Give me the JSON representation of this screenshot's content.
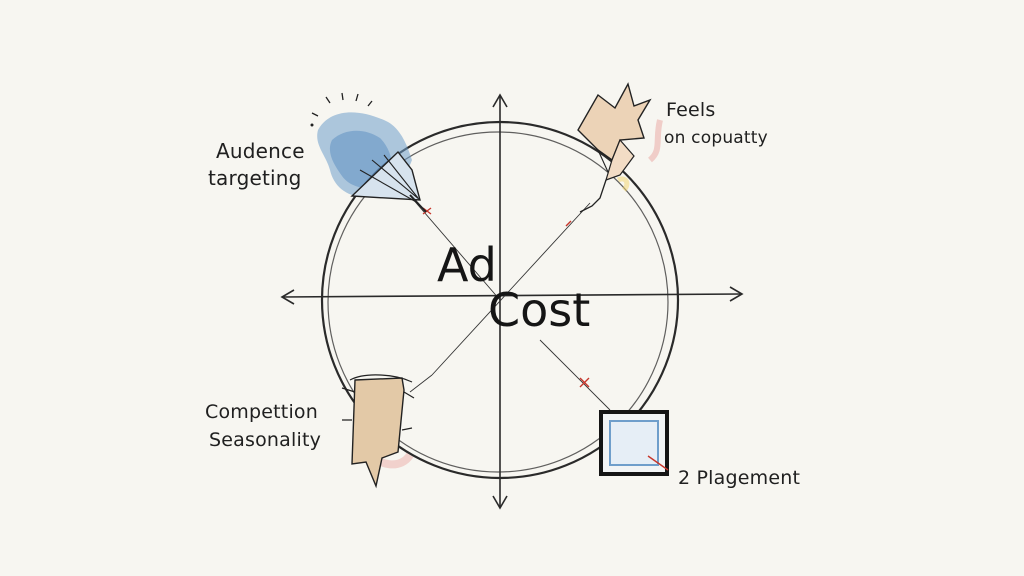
{
  "center": {
    "line1": "Ad",
    "line2": "Cost"
  },
  "factors": {
    "top_left": {
      "line1": "Audence",
      "line2": "targeting"
    },
    "top_right": {
      "line1": "Feels",
      "line2": "on copuatty"
    },
    "bottom_left": {
      "line1": "Compettion",
      "line2": "Seasonality"
    },
    "bottom_right": {
      "line1": "2 Plagement"
    }
  },
  "colors": {
    "ink": "#202020",
    "paper": "#f7f6f1",
    "blue_wash": "#6f9ecb",
    "peach_wash": "#e8c9a4",
    "pink_wash": "#e9a3a0",
    "marker_red": "#c7362b"
  }
}
